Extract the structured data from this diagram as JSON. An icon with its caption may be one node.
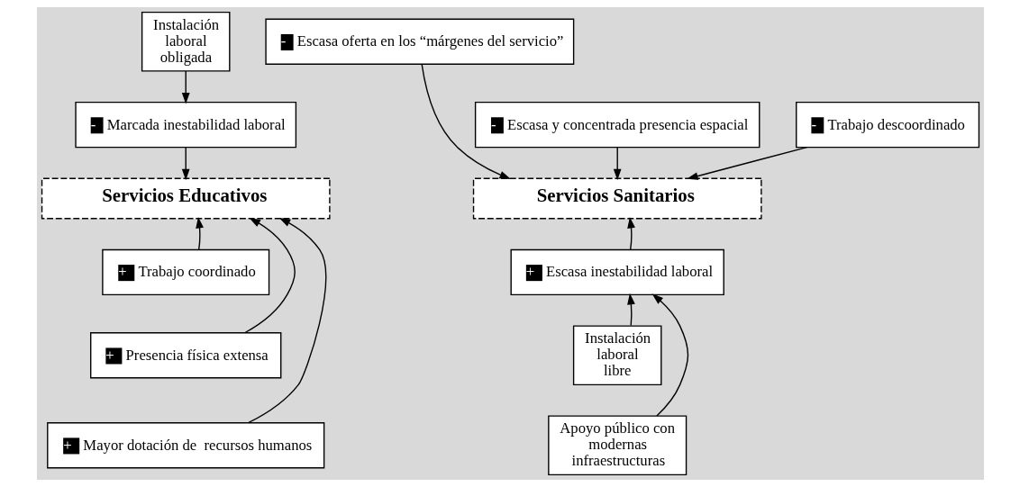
{
  "diagram": {
    "nodes": [
      {
        "text": [
          "Instalación laboral obligada"
        ]
      },
      {
        "text": [
          "-",
          "Marcada inestabilidad laboral"
        ]
      },
      {
        "text": [
          "Servicios Educativos"
        ]
      },
      {
        "text": [
          "+",
          "Trabajo coordinado"
        ]
      },
      {
        "text": [
          "+",
          "Presencia física extensa"
        ]
      },
      {
        "text": [
          "+",
          "Mayor dotación de  recursos humanos"
        ]
      },
      {
        "text": [
          "-",
          "Escasa oferta en los “márgenes del servicio”"
        ]
      },
      {
        "text": [
          "-",
          "Escasa y concentrada presencia espacial"
        ]
      },
      {
        "text": [
          "-",
          "Trabajo descoordinado"
        ]
      },
      {
        "text": [
          "Servicios Sanitarios"
        ]
      },
      {
        "text": [
          "+",
          "Escasa inestabilidad laboral"
        ]
      },
      {
        "text": [
          "Instalación laboral libre"
        ]
      },
      {
        "text": [
          "Apoyo público con modernas infraestructuras"
        ]
      }
    ],
    "edges": [
      {
        "from": 0,
        "to": 1,
        "arrow": "to"
      },
      {
        "from": 1,
        "to": 2,
        "arrow": "to"
      },
      {
        "from": 3,
        "to": 2,
        "arrow": "to"
      },
      {
        "from": 4,
        "to": 2,
        "arrow": "to"
      },
      {
        "from": 5,
        "to": 2,
        "arrow": "to"
      },
      {
        "from": 6,
        "to": 9,
        "arrow": "to"
      },
      {
        "from": 7,
        "to": 9,
        "arrow": "to"
      },
      {
        "from": 8,
        "to": 9,
        "arrow": "to"
      },
      {
        "from": 10,
        "to": 9,
        "arrow": "to"
      },
      {
        "from": 11,
        "to": 10,
        "arrow": "to"
      },
      {
        "from": 12,
        "to": 10,
        "arrow": "to"
      }
    ]
  }
}
